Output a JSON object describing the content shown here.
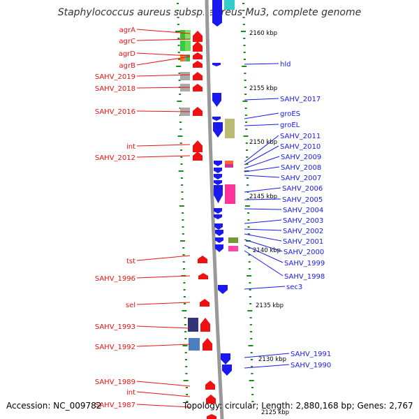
{
  "title": "Staphylococcus aureus subsp. aureus Mu3, complete genome",
  "footer": {
    "accession": "Accession: NC_009782",
    "stats": "Topology: circular; Length: 2,880,168 bp; Genes: 2,767"
  },
  "colors": {
    "forward_gene": "#ee1111",
    "reverse_gene": "#1a1aee",
    "tick": "#1a8a1a",
    "backbone": "#999999"
  },
  "kbp_labels": [
    "2160 kbp",
    "2155 kbp",
    "2150 kbp",
    "2145 kbp",
    "2140 kbp",
    "2135 kbp",
    "2130 kbp",
    "2125 kbp"
  ],
  "left_genes": [
    "agrA",
    "agrC",
    "agrD",
    "agrB",
    "SAHV_2019",
    "SAHV_2018",
    "SAHV_2016",
    "int",
    "SAHV_2012",
    "tst",
    "SAHV_1996",
    "sel",
    "SAHV_1993",
    "SAHV_1992",
    "SAHV_1989",
    "int",
    "SAHV_1987"
  ],
  "right_genes": [
    "hld",
    "SAHV_2017",
    "groES",
    "groEL",
    "SAHV_2011",
    "SAHV_2010",
    "SAHV_2009",
    "SAHV_2008",
    "SAHV_2007",
    "SAHV_2006",
    "SAHV_2005",
    "SAHV_2004",
    "SAHV_2003",
    "SAHV_2002",
    "SAHV_2001",
    "SAHV_2000",
    "SAHV_1999",
    "SAHV_1998",
    "sec3",
    "SAHV_1991",
    "SAHV_1990"
  ]
}
